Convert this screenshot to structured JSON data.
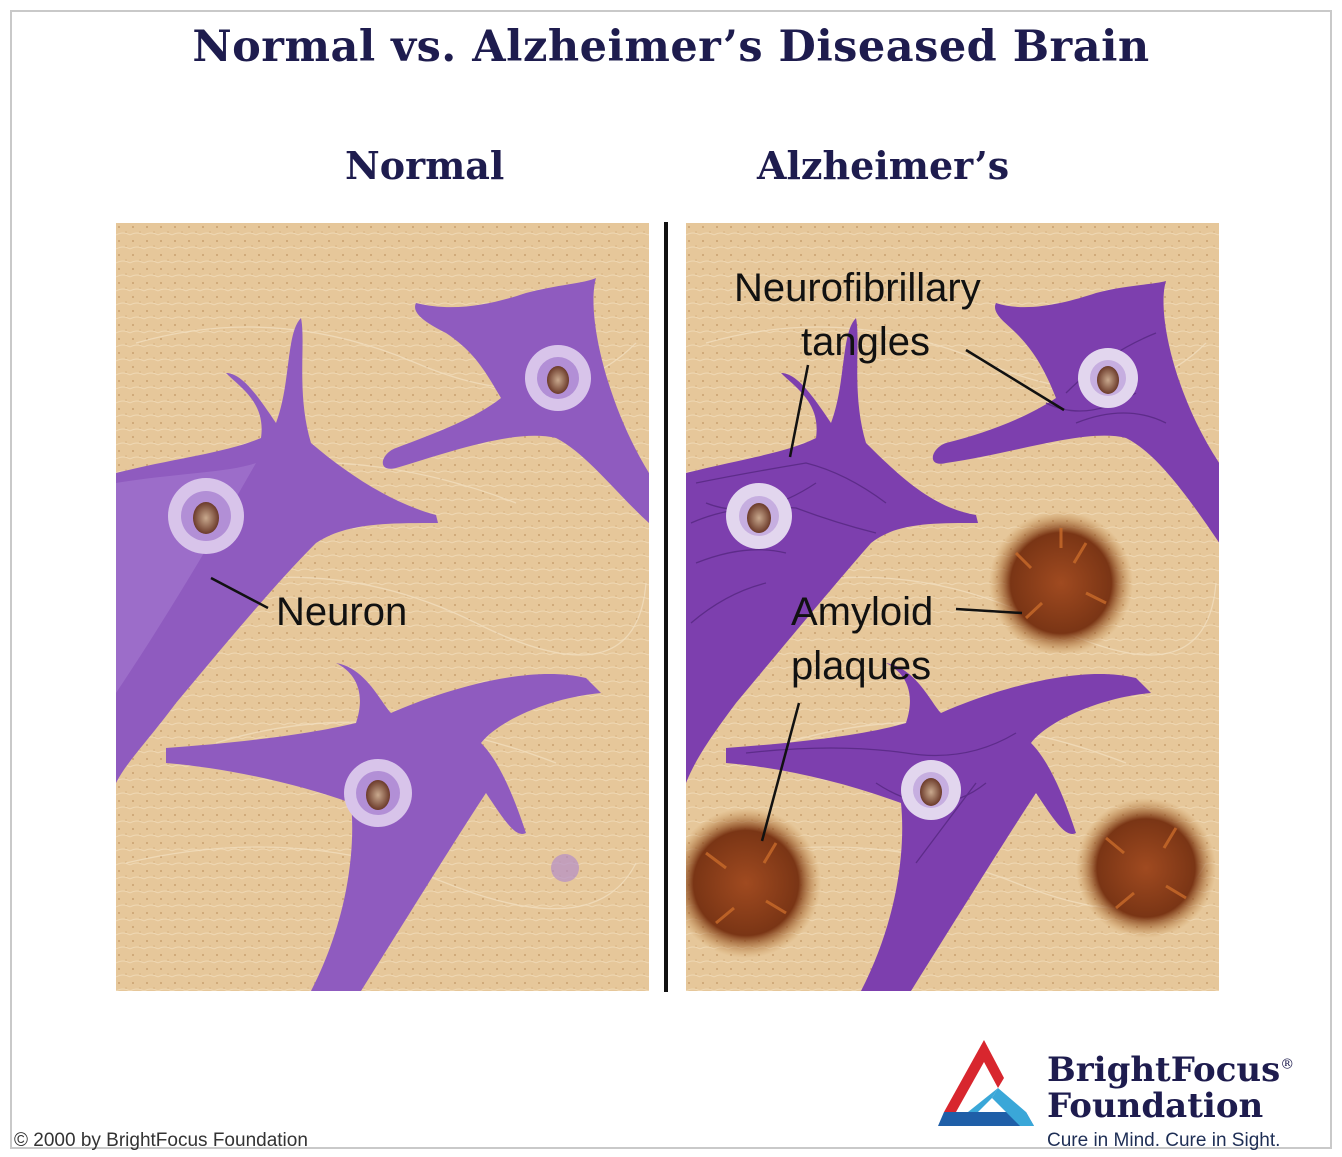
{
  "title": "Normal vs. Alzheimer’s Diseased Brain",
  "panels": {
    "normal": {
      "heading": "Normal",
      "labels": {
        "neuron": "Neuron"
      }
    },
    "alzheimers": {
      "heading": "Alzheimer’s",
      "labels": {
        "tangles_line1": "Neurofibrillary",
        "tangles_line2": "tangles",
        "plaques_line1": "Amyloid",
        "plaques_line2": "plaques"
      }
    }
  },
  "footer": {
    "copyright": "© 2000 by BrightFocus Foundation",
    "brand_line1": "BrightFocus",
    "brand_reg": "®",
    "brand_line2": "Foundation",
    "tagline": "Cure in Mind. Cure in Sight."
  },
  "colors": {
    "tissue": "#e6c79a",
    "neuron": "#8f5bbf",
    "neuron_dark": "#6d3c9c",
    "plaque": "#8a3a18",
    "title_text": "#1e1c4e",
    "logo_red": "#d8262e",
    "logo_blue": "#1f5fa8",
    "logo_teal": "#3aa7d8"
  }
}
